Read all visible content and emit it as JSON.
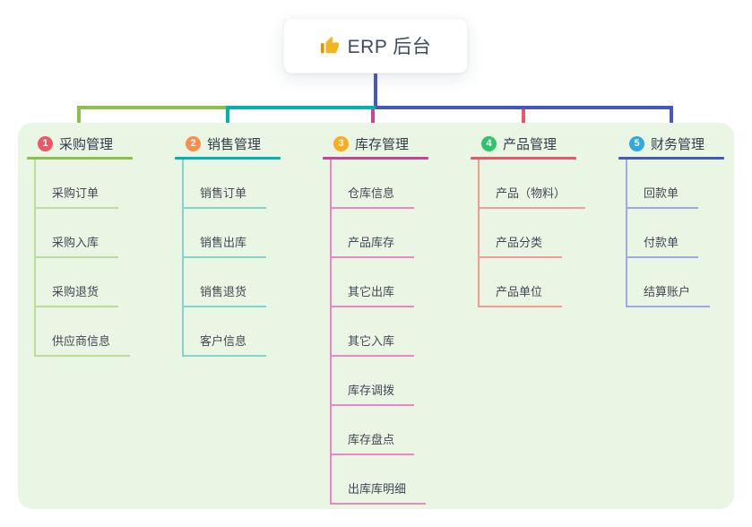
{
  "root": {
    "title": "ERP 后台",
    "icon": "thumbs-up-icon"
  },
  "connector": {
    "trunk_color": "#4457c4"
  },
  "board": {
    "bg": "#eaf6e4"
  },
  "branches": [
    {
      "num": "1",
      "label": "采购管理",
      "badge_color": "#ef5666",
      "line_color": "#8bc04d",
      "child_line_color": "#b9dd9d",
      "children": [
        "采购订单",
        "采购入库",
        "采购退货",
        "供应商信息"
      ]
    },
    {
      "num": "2",
      "label": "销售管理",
      "badge_color": "#fb8d4d",
      "line_color": "#00b3ac",
      "child_line_color": "#82d4cd",
      "children": [
        "销售订单",
        "销售出库",
        "销售退货",
        "客户信息"
      ]
    },
    {
      "num": "3",
      "label": "库存管理",
      "badge_color": "#fbab1d",
      "line_color": "#cf3f92",
      "child_line_color": "#ec86c4",
      "children": [
        "仓库信息",
        "产品库存",
        "其它出库",
        "其它入库",
        "库存调拨",
        "库存盘点",
        "出库库明细"
      ]
    },
    {
      "num": "4",
      "label": "产品管理",
      "badge_color": "#2fc46c",
      "line_color": "#ef5365",
      "child_line_color": "#f79a96",
      "children": [
        "产品（物料）",
        "产品分类",
        "产品单位"
      ]
    },
    {
      "num": "5",
      "label": "财务管理",
      "badge_color": "#30a9e0",
      "line_color": "#4457c4",
      "child_line_color": "#9cabe6",
      "children": [
        "回款单",
        "付款单",
        "结算账户"
      ]
    }
  ]
}
